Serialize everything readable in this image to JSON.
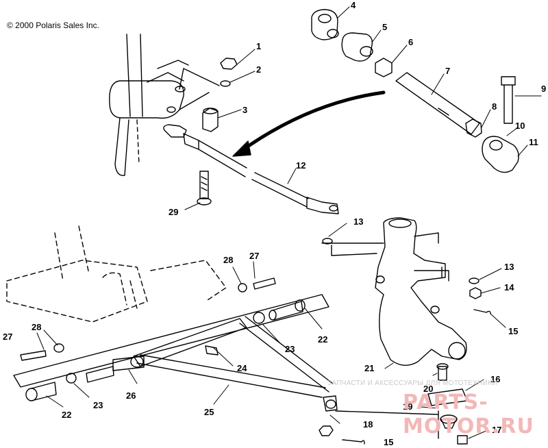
{
  "copyright": "© 2000 Polaris Sales Inc.",
  "watermark": {
    "tagline": "ЗАПЧАСТИ И АКСЕССУАРЫ ДЛЯ МОТОТЕХНИКИ",
    "logo": "PARTS-MOTOR.RU"
  },
  "callouts": [
    "1",
    "2",
    "3",
    "4",
    "5",
    "6",
    "7",
    "8",
    "9",
    "10",
    "11",
    "12",
    "13",
    "13",
    "14",
    "15",
    "15",
    "16",
    "17",
    "18",
    "19",
    "20",
    "21",
    "22",
    "22",
    "23",
    "23",
    "24",
    "25",
    "26",
    "27",
    "27",
    "28",
    "28",
    "29"
  ]
}
